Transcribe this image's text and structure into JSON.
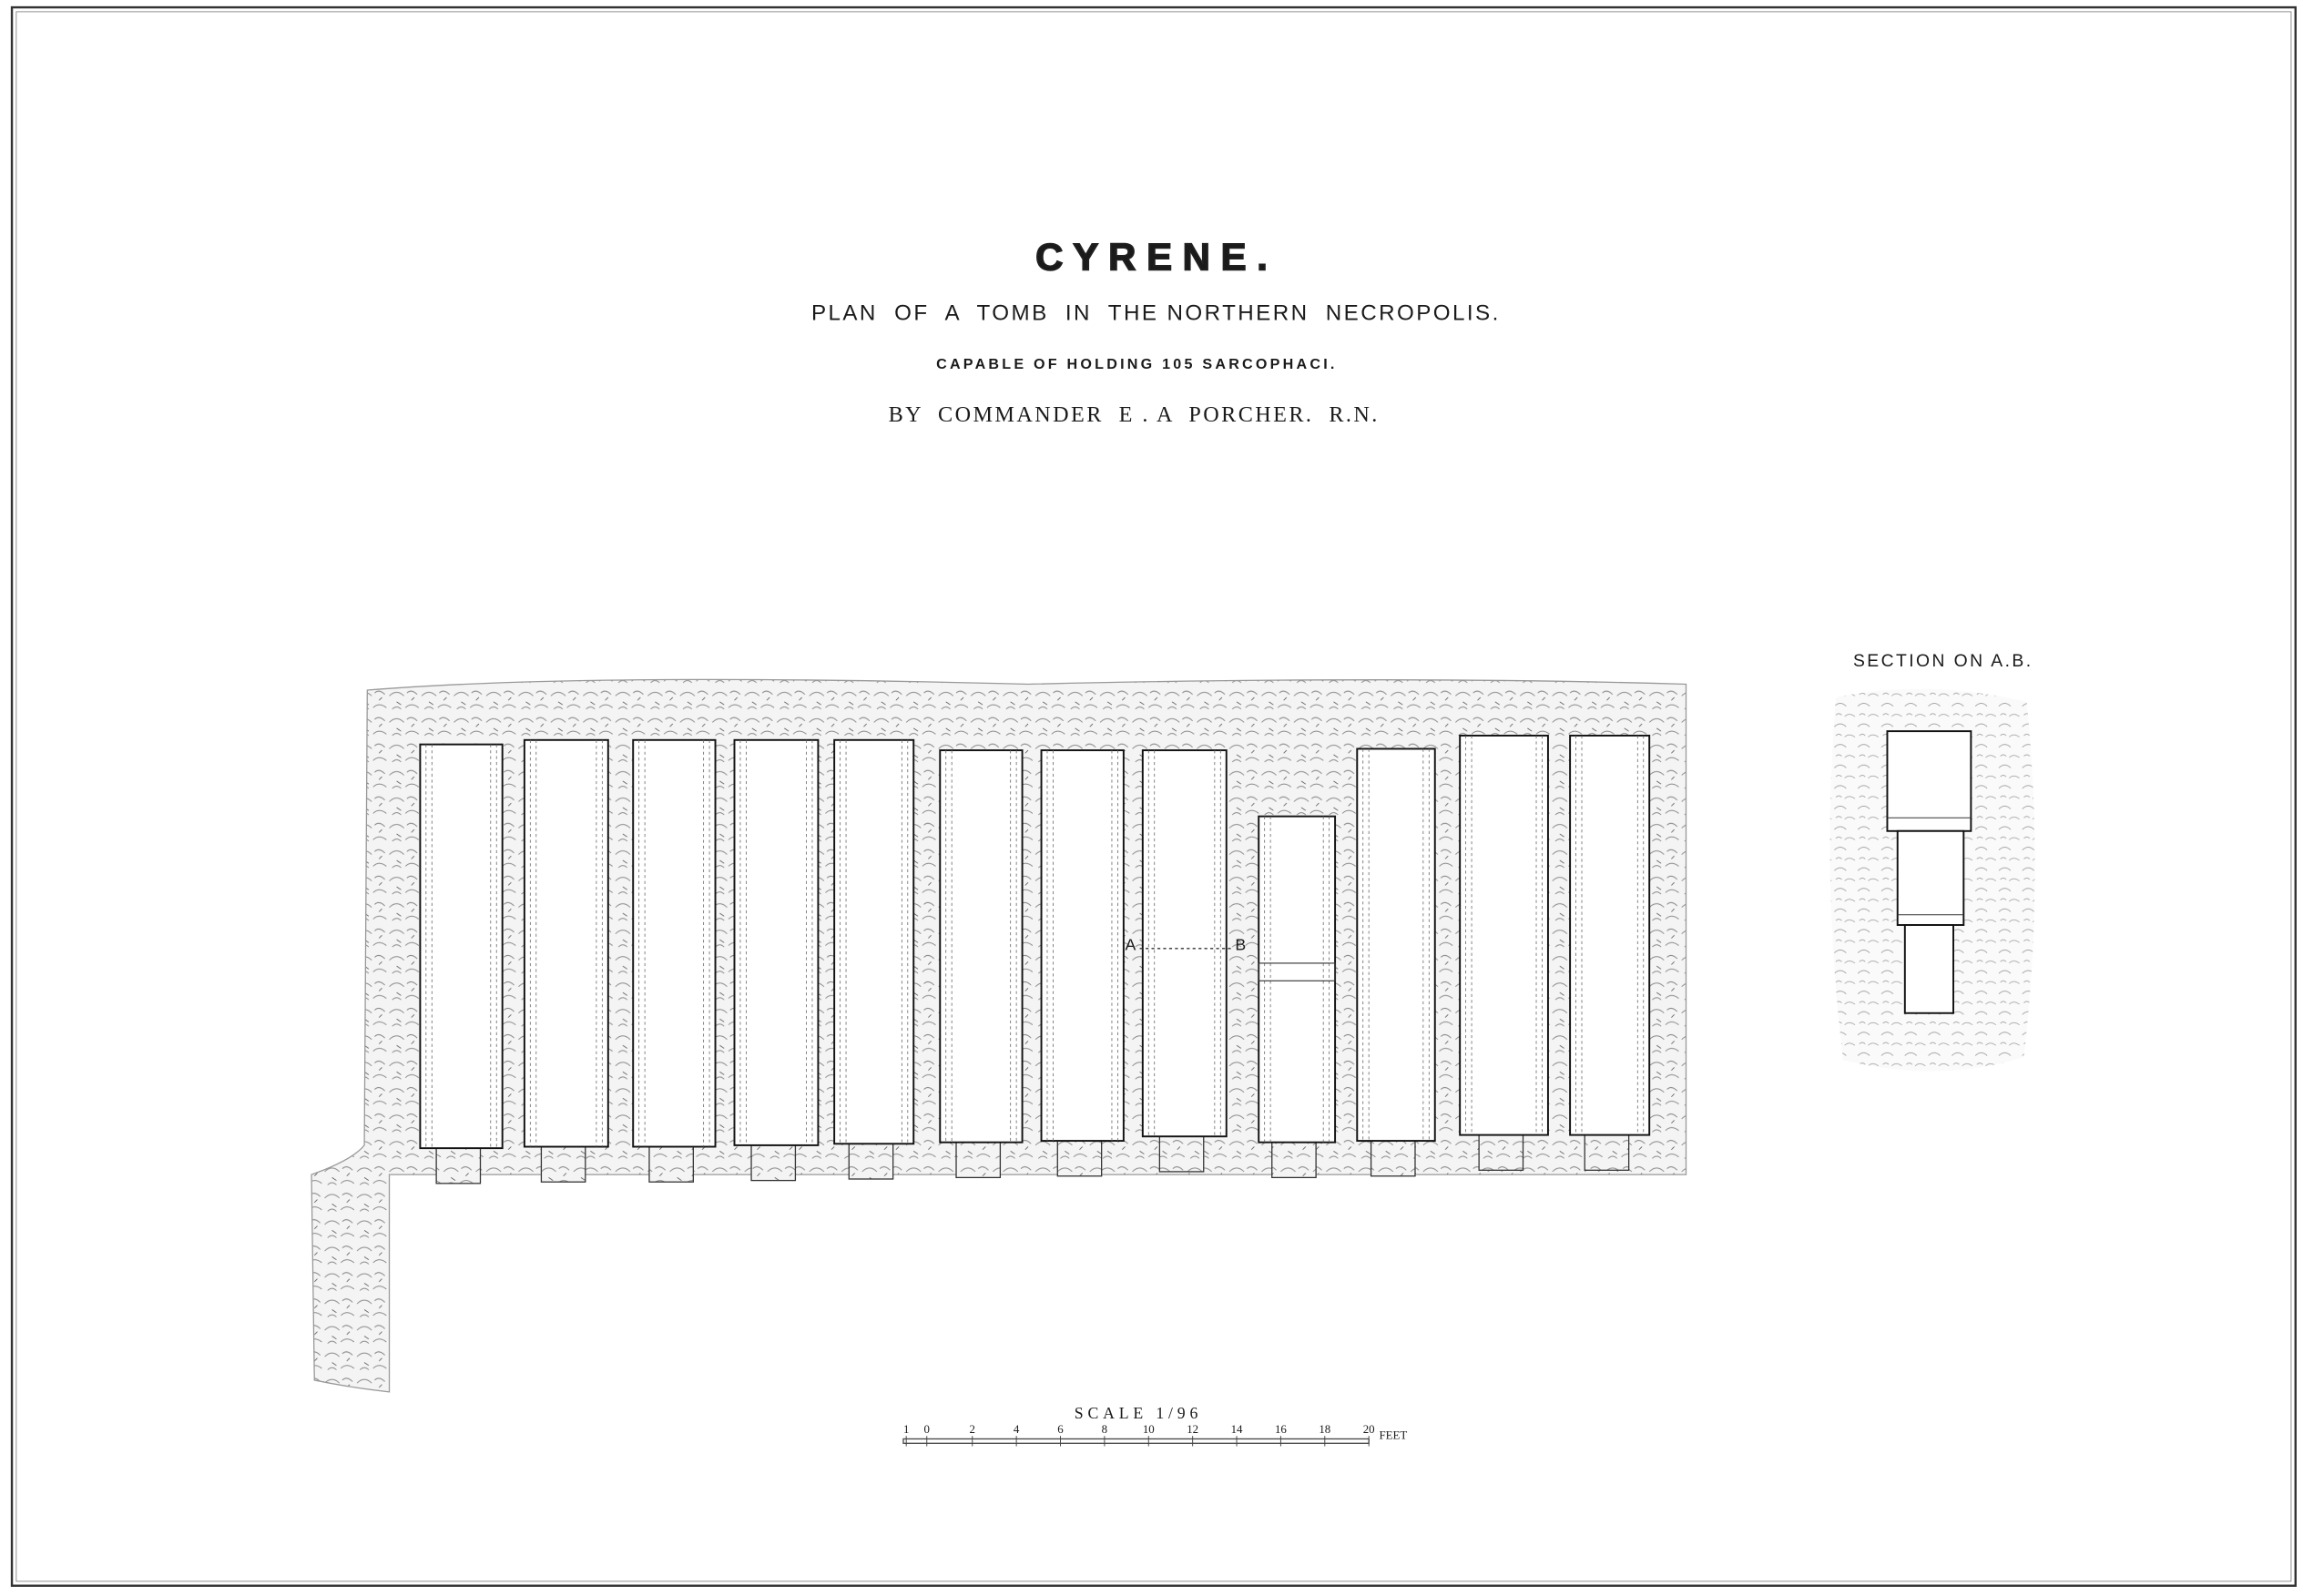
{
  "title": "C Y R E N E .",
  "subtitle": "PLAN  OF  A  TOMB  IN  THE NORTHERN  NECROPOLIS.",
  "capacity": "CAPABLE OF HOLDING 105 SARCOPHACI.",
  "author": "BY  COMMANDER  E . A  PORCHER.  R.N.",
  "plan": {
    "label_a": "A",
    "label_b": "B"
  },
  "section": {
    "label": "SECTION ON A.B."
  },
  "scale": {
    "label": "SCALE 1/96",
    "ticks": [
      "1",
      "0",
      "2",
      "4",
      "6",
      "8",
      "10",
      "12",
      "14",
      "16",
      "18",
      "20"
    ],
    "unit": "FEET"
  }
}
